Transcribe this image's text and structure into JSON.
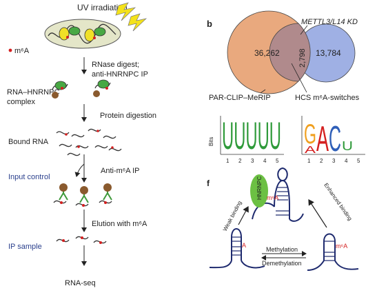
{
  "workflow": {
    "uv_label": "UV irradiation",
    "m6a_legend": "m⁶A",
    "steps": [
      {
        "label": "RNase digest;"
      },
      {
        "label": "anti-HNRNPC IP"
      },
      {
        "label": "Protein digestion"
      },
      {
        "label": "Anti-m⁶A IP"
      },
      {
        "label": "Elution with m⁶A"
      }
    ],
    "stages": [
      {
        "label": "RNA–HNRNPC"
      },
      {
        "label": "complex"
      },
      {
        "label": "Bound RNA"
      },
      {
        "label": "Input control"
      },
      {
        "label": "IP sample"
      },
      {
        "label": "RNA-seq"
      }
    ]
  },
  "panel_b": {
    "letter": "b",
    "sets": [
      {
        "name": "PAR-CLIP–MeRIP",
        "only": "36,262",
        "color": "#e9a97e"
      },
      {
        "name": "HCS m⁶A-switches",
        "only": "13,784",
        "color": "#9fb0e4"
      }
    ],
    "overlap": "2,798",
    "top_label": "METTL3/L14 KD"
  },
  "motifs": {
    "y_label": "Bits",
    "left": {
      "letters": "UUUUU",
      "x_ticks": [
        "1",
        "2",
        "3",
        "4",
        "5"
      ]
    },
    "right": {
      "letters": [
        "G",
        "A",
        "A",
        "C",
        "U"
      ],
      "x_ticks": [
        "1",
        "2",
        "3",
        "4",
        "5"
      ]
    }
  },
  "panel_f": {
    "letter": "f",
    "protein": "HNRNPC",
    "m6a_label": "m⁶A",
    "a_label": "A",
    "weak": "Weak binding",
    "enhanced": "Enhanced binding",
    "methylation": "Methylation",
    "demethylation": "Demethylation"
  }
}
